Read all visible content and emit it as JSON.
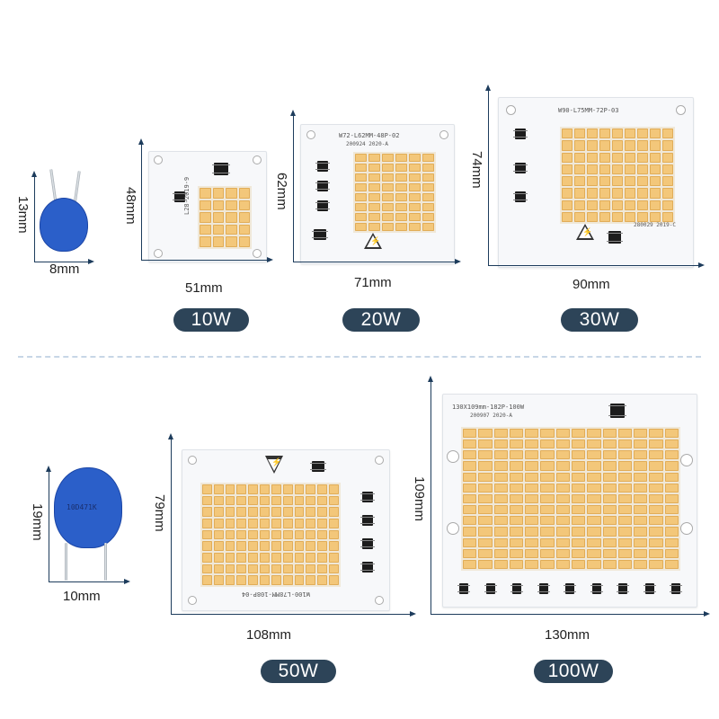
{
  "colors": {
    "pill_bg": "#2d4458",
    "led": "#f3c77a",
    "capacitor": "#2b5fc9",
    "dimension_line": "#1d3c5c"
  },
  "small_varistor": {
    "height_label": "13mm",
    "width_label": "8mm"
  },
  "large_varistor": {
    "height_label": "19mm",
    "width_label": "10mm",
    "print": "10D471K"
  },
  "boards": [
    {
      "id": "10w",
      "width_label": "51mm",
      "height_label": "48mm",
      "watt": "10W",
      "silk": "L28-2019-9",
      "leds": {
        "cols": 4,
        "rows": 5
      }
    },
    {
      "id": "20w",
      "width_label": "71mm",
      "height_label": "62mm",
      "watt": "20W",
      "silk": "W72-L62MM-48P-02",
      "silk2": "200924 2020-A",
      "leds": {
        "cols": 6,
        "rows": 8
      }
    },
    {
      "id": "30w",
      "width_label": "90mm",
      "height_label": "74mm",
      "watt": "30W",
      "silk": "W90-L75MM-72P-03",
      "silk2": "280029 2019-C",
      "leds": {
        "cols": 9,
        "rows": 8
      }
    },
    {
      "id": "50w",
      "width_label": "108mm",
      "height_label": "79mm",
      "watt": "50W",
      "silk": "W100-L78MM-108P-04",
      "leds": {
        "cols": 12,
        "rows": 9
      }
    },
    {
      "id": "100w",
      "width_label": "130mm",
      "height_label": "109mm",
      "watt": "100W",
      "silk": "130X109mm-182P-100W",
      "silk2": "200907 2020-A",
      "leds": {
        "cols": 14,
        "rows": 13
      }
    }
  ]
}
